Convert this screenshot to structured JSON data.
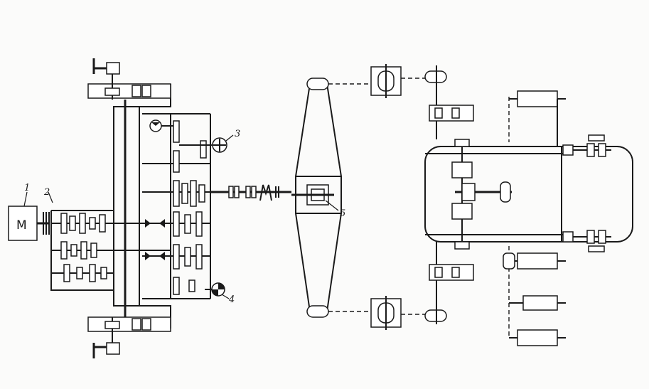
{
  "motor": {
    "label": "М"
  },
  "callouts": [
    {
      "id": "1",
      "text": "1"
    },
    {
      "id": "2",
      "text": "2"
    },
    {
      "id": "3",
      "text": "3"
    },
    {
      "id": "4",
      "text": "4"
    },
    {
      "id": "5",
      "text": "5"
    }
  ],
  "colors": {
    "ink": "#1a1a1a",
    "paper": "#fbfbfa"
  }
}
